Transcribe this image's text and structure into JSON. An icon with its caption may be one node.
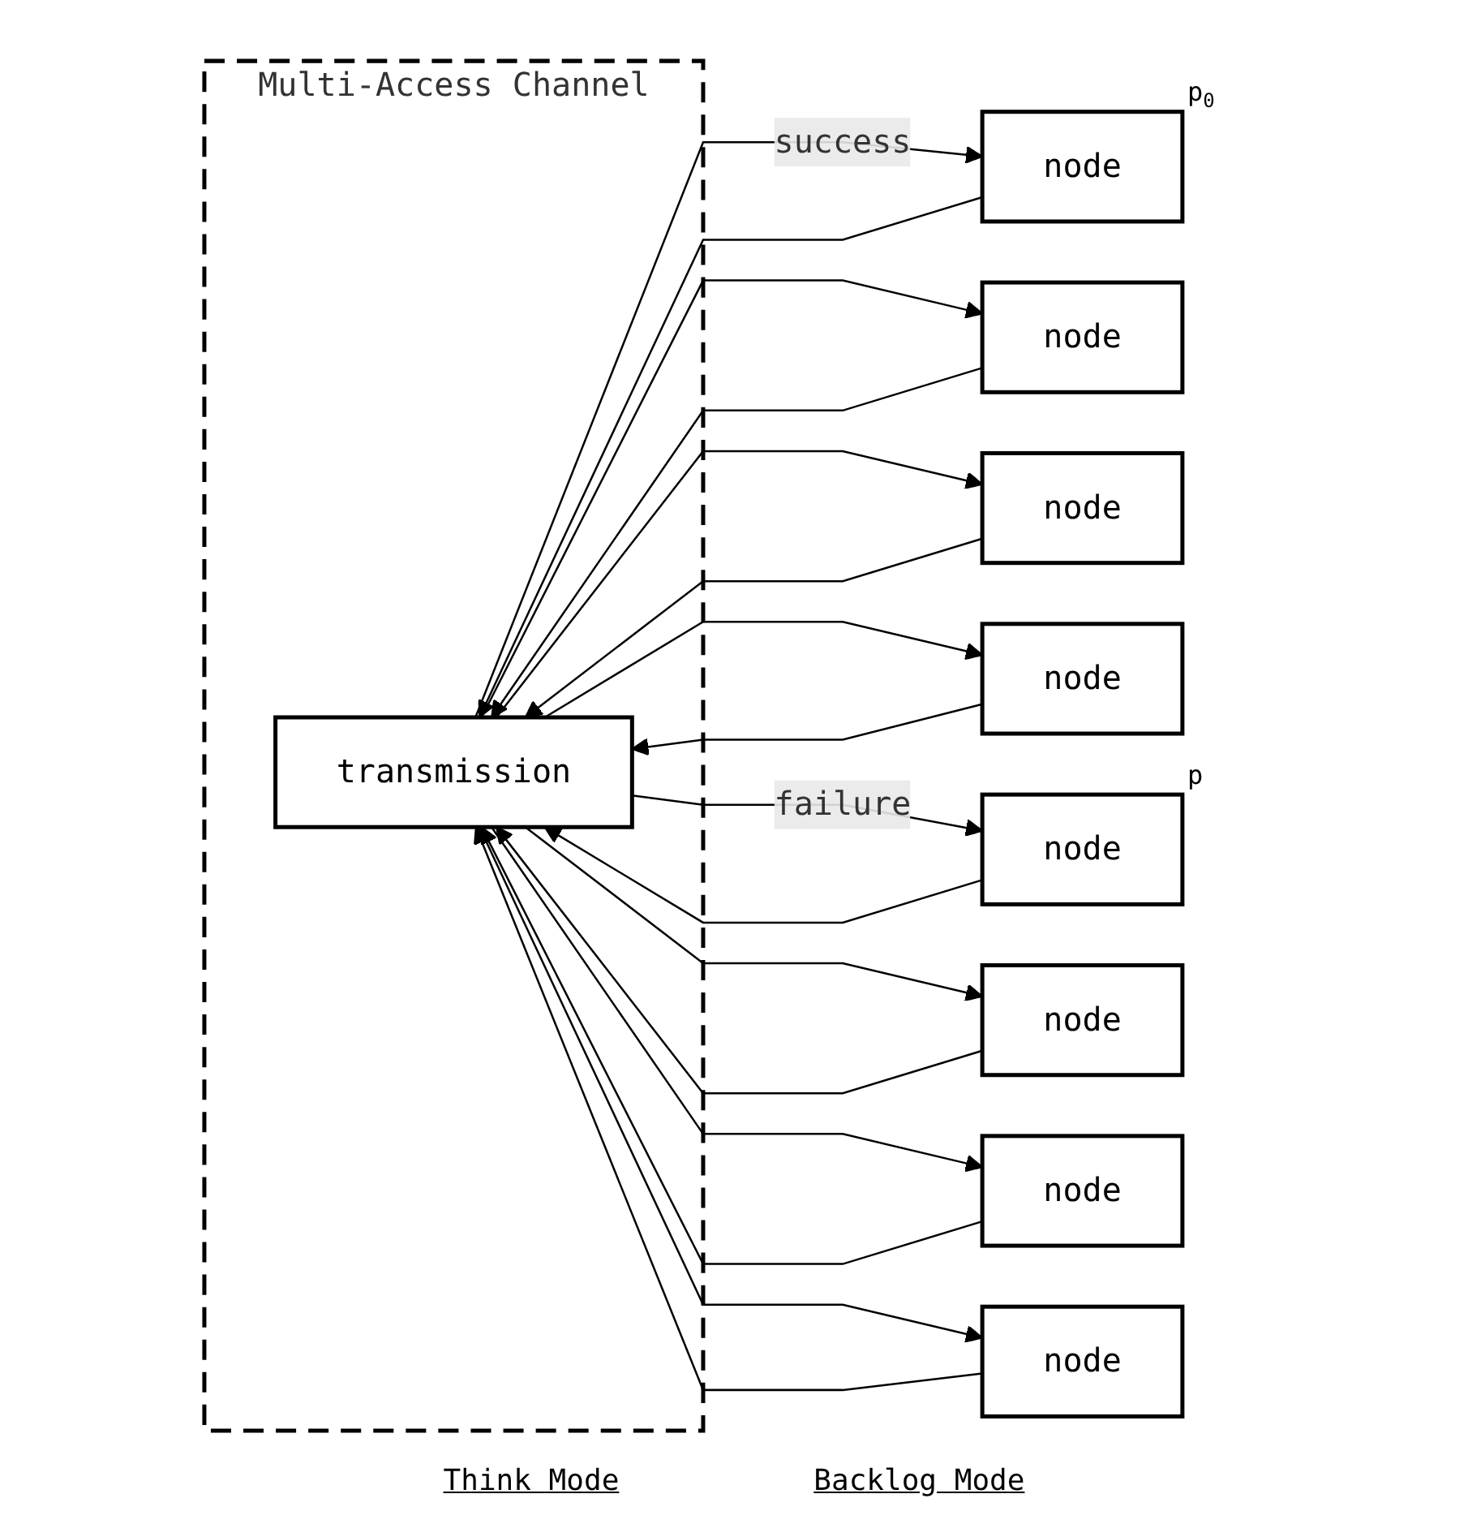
{
  "diagram": {
    "nodes": [
      {
        "text": [
          "Multi-Access Channel"
        ]
      },
      {
        "text": [
          "transmission"
        ],
        "in": 0
      },
      {
        "text": [
          "node"
        ],
        "beside": [
          "p$_{0}$"
        ]
      },
      {
        "text": [
          "node"
        ]
      },
      {
        "text": [
          "node"
        ]
      },
      {
        "text": [
          "node"
        ]
      },
      {
        "text": [
          "node"
        ],
        "beside": [
          "p"
        ]
      },
      {
        "text": [
          "node"
        ]
      },
      {
        "text": [
          "node"
        ]
      },
      {
        "text": [
          "node"
        ]
      }
    ],
    "edges": [
      {
        "from": 2,
        "to": 1,
        "arrow": "to"
      },
      {
        "from": 3,
        "to": 1,
        "arrow": "to"
      },
      {
        "from": 4,
        "to": 1,
        "arrow": "to"
      },
      {
        "from": 5,
        "to": 1,
        "arrow": "to"
      },
      {
        "from": 1,
        "to": 2,
        "arrow": "to",
        "label": "success"
      },
      {
        "from": 1,
        "to": 3,
        "arrow": "to"
      },
      {
        "from": 1,
        "to": 4,
        "arrow": "to"
      },
      {
        "from": 1,
        "to": 5,
        "arrow": "to"
      },
      {
        "from": 1,
        "to": 6,
        "arrow": "to",
        "label": "failure"
      },
      {
        "from": 1,
        "to": 7,
        "arrow": "to"
      },
      {
        "from": 1,
        "to": 8,
        "arrow": "to"
      },
      {
        "from": 1,
        "to": 9,
        "arrow": "to"
      },
      {
        "from": 6,
        "to": 1,
        "arrow": "to"
      },
      {
        "from": 7,
        "to": 1,
        "arrow": "to"
      },
      {
        "from": 8,
        "to": 1,
        "arrow": "to"
      },
      {
        "from": 9,
        "to": 1,
        "arrow": "to"
      }
    ],
    "labels": [
      "Think Mode",
      "Backlog Mode"
    ]
  }
}
